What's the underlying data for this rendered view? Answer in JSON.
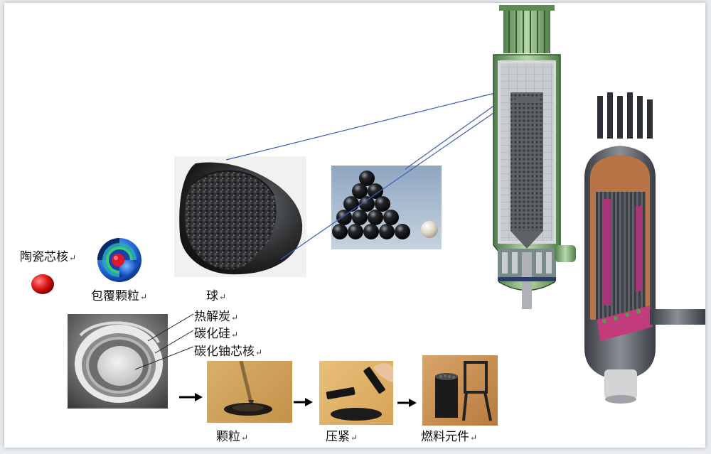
{
  "labels": {
    "ceramic_core": "陶瓷芯核",
    "coated_particle": "包覆颗粒",
    "sphere": "球",
    "pyrolytic_carbon": "热解炭",
    "silicon_carbide": "碳化硅",
    "uranium_carbide_core": "碳化铀芯核",
    "granules": "颗粒",
    "compaction": "压紧",
    "fuel_element": "燃料元件",
    "return_mark": "↵"
  }
}
